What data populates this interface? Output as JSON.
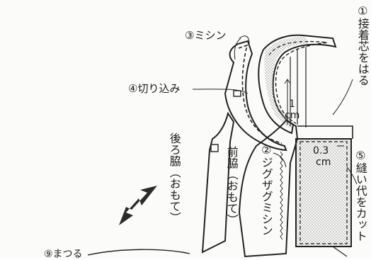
{
  "labels": {
    "step1": "①接着芯をはる",
    "step2": "②ジグザグミシン",
    "step3": "③ミシン",
    "step4": "④切り込み",
    "step5": "⑤縫い代をカット",
    "step9_partial": "⑨まつる",
    "back_side": "後ろ脇（おもて）",
    "front_side": "前脇（おもて）",
    "dim_1cm_value": "1",
    "dim_1cm_unit": "cm",
    "dim_03cm_value": "0.3",
    "dim_03cm_unit": "cm"
  },
  "colors": {
    "ink": "#1f1f1f",
    "paper": "#fbfbfa",
    "dots": "#8a8a8a"
  }
}
